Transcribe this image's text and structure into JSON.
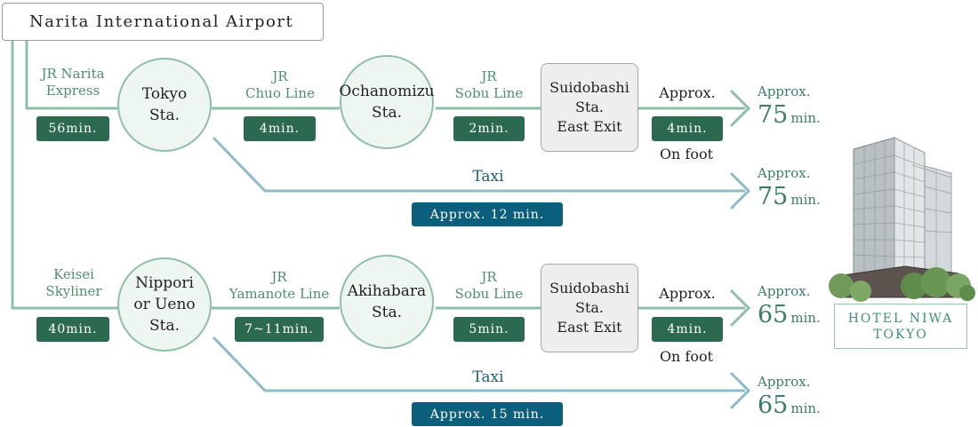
{
  "origin": "Narita International Airport",
  "colors": {
    "green_line": "#8fbfa8",
    "blue_line": "#8fbac8",
    "badge_green": "#2c6a50",
    "badge_blue": "#0c5f7c",
    "label_green": "#4f8f70"
  },
  "route1": {
    "transfer1_line": "JR Narita\nExpress",
    "transfer1_time": "56min.",
    "station1": "Tokyo\nSta.",
    "line2": "JR\nChuo Line",
    "line2_time": "4min.",
    "station2": "Ochanomizu\nSta.",
    "line3": "JR\nSobu Line",
    "line3_time": "2min.",
    "exit": "Suidobashi\nSta.\nEast Exit",
    "walk_approx": "Approx.",
    "walk_time": "4min.",
    "walk_mode": "On foot",
    "total_approx": "Approx.",
    "total_num": "75",
    "total_unit": "min.",
    "taxi_label": "Taxi",
    "taxi_time": "Approx. 12 min.",
    "taxi_total_approx": "Approx.",
    "taxi_total_num": "75",
    "taxi_total_unit": "min."
  },
  "route2": {
    "transfer1_line": "Keisei\nSkyliner",
    "transfer1_time": "40min.",
    "station1": "Nippori\nor Ueno\nSta.",
    "line2": "JR\nYamanote Line",
    "line2_time": "7~11min.",
    "station2": "Akihabara\nSta.",
    "line3": "JR\nSobu Line",
    "line3_time": "5min.",
    "exit": "Suidobashi\nSta.\nEast Exit",
    "walk_approx": "Approx.",
    "walk_time": "4min.",
    "walk_mode": "On foot",
    "total_approx": "Approx.",
    "total_num": "65",
    "total_unit": "min.",
    "taxi_label": "Taxi",
    "taxi_time": "Approx. 15 min.",
    "taxi_total_approx": "Approx.",
    "taxi_total_num": "65",
    "taxi_total_unit": "min."
  },
  "hotel": {
    "line1": "HOTEL NIWA",
    "line2": "TOKYO"
  }
}
